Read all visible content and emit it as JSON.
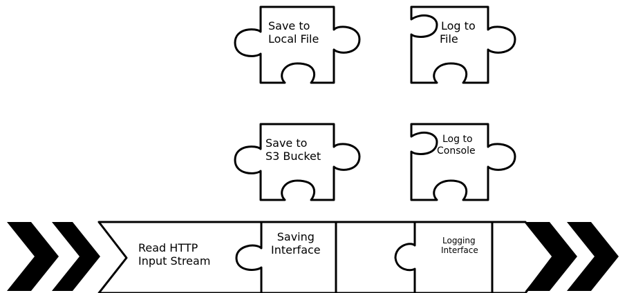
{
  "pipeline": {
    "input_label_line1": "Read HTTP",
    "input_label_line2": "Input Stream",
    "saving_interface_line1": "Saving",
    "saving_interface_line2": "Interface",
    "logging_interface_line1": "Logging",
    "logging_interface_line2": "Interface"
  },
  "plugins": {
    "save_local_line1": "Save to",
    "save_local_line2": "Local File",
    "log_file_line1": "Log to",
    "log_file_line2": "File",
    "save_s3_line1": "Save to",
    "save_s3_line2": "S3 Bucket",
    "log_console_line1": "Log to",
    "log_console_line2": "Console"
  },
  "colors": {
    "stroke": "#000000",
    "fill": "#ffffff"
  }
}
